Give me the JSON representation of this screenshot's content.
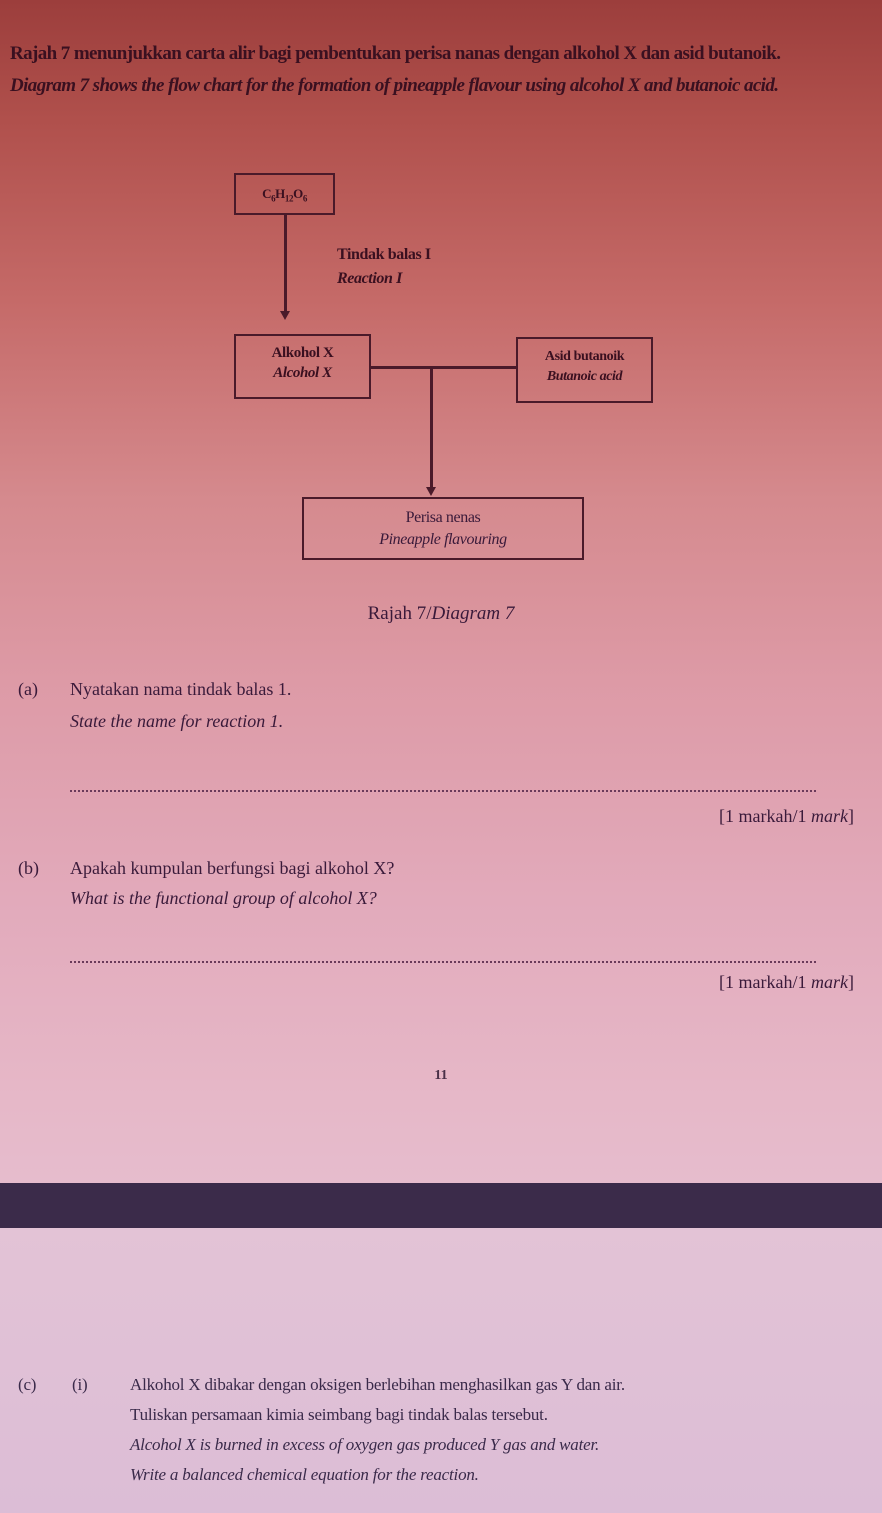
{
  "intro": {
    "ms": "Rajah 7 menunjukkan carta alir bagi pembentukan perisa nanas dengan alkohol X dan asid butanoik.",
    "en": "Diagram 7 shows the flow chart for the formation of pineapple flavour using alcohol X and butanoic acid."
  },
  "diagram": {
    "start_box": {
      "formula": "C6H12O6"
    },
    "reaction_label": {
      "ms": "Tindak balas I",
      "en": "Reaction I"
    },
    "alcohol_box": {
      "ms": "Alkohol X",
      "en": "Alcohol X"
    },
    "acid_box": {
      "ms": "Asid butanoik",
      "en": "Butanoic acid"
    },
    "product_box": {
      "ms": "Perisa nenas",
      "en": "Pineapple flavouring"
    },
    "caption": {
      "ms": "Rajah 7/",
      "en": "Diagram 7"
    },
    "colors": {
      "line": "#4a1a2a"
    }
  },
  "questions": {
    "a": {
      "label": "(a)",
      "ms": "Nyatakan nama tindak balas 1.",
      "en": "State the name for reaction 1.",
      "answer": "",
      "marks": {
        "ms": "[1 markah/1 ",
        "en": "mark",
        "close": "]"
      }
    },
    "b": {
      "label": "(b)",
      "ms": "Apakah kumpulan berfungsi bagi alkohol X?",
      "en": "What is the functional group of alcohol X?",
      "answer": "",
      "marks": {
        "ms": "[1 markah/1 ",
        "en": "mark",
        "close": "]"
      }
    },
    "c": {
      "label": "(c)",
      "sub_label": "(i)",
      "ms_line1": "Alkohol X dibakar dengan oksigen berlebihan menghasilkan gas Y dan air.",
      "ms_line2": "Tuliskan persamaan kimia seimbang bagi tindak balas tersebut.",
      "en_line1": "Alcohol X is burned in excess of oxygen gas produced Y gas and water.",
      "en_line2": "Write a balanced chemical equation for the reaction."
    }
  },
  "page_number": "11",
  "colors": {
    "top_background": "#9c3e3c",
    "mid_background": "#dd9aa6",
    "lower_background": "#e3c3d6",
    "divider_band": "#3b2b4a",
    "text": "#3a1a3a"
  }
}
